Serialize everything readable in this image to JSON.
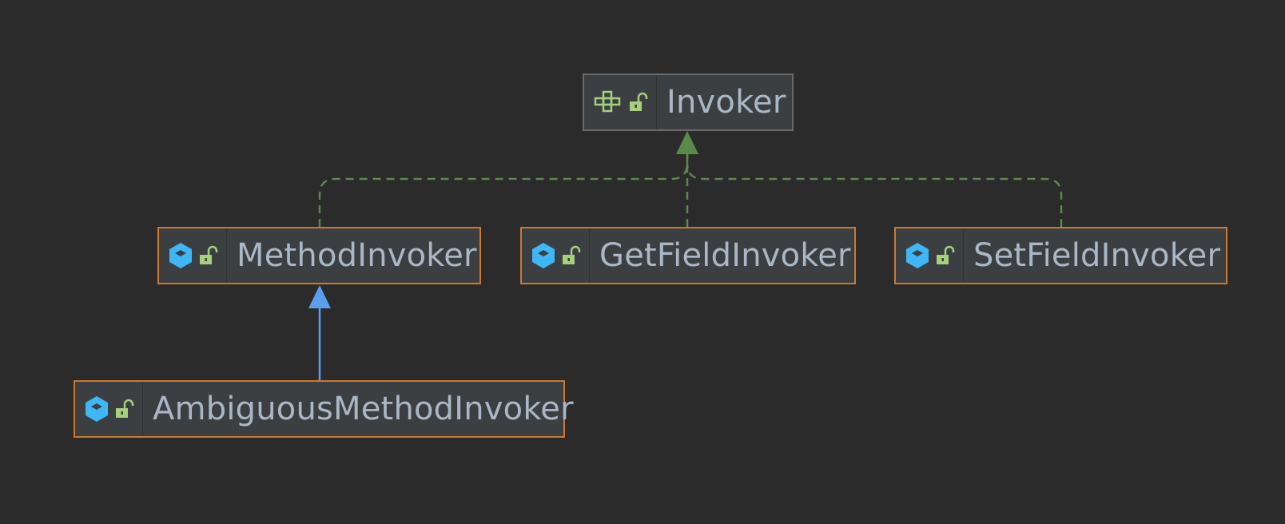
{
  "diagram": {
    "nodes": {
      "invoker": {
        "name": "Invoker",
        "kind": "interface",
        "kind_icon": "interface-icon",
        "access_icon": "public-lock-icon"
      },
      "method_invoker": {
        "name": "MethodInvoker",
        "kind": "class",
        "kind_icon": "class-icon",
        "access_icon": "public-lock-icon"
      },
      "get_field_invoker": {
        "name": "GetFieldInvoker",
        "kind": "class",
        "kind_icon": "class-icon",
        "access_icon": "public-lock-icon"
      },
      "set_field_invoker": {
        "name": "SetFieldInvoker",
        "kind": "class",
        "kind_icon": "class-icon",
        "access_icon": "public-lock-icon"
      },
      "ambiguous_method_invoker": {
        "name": "AmbiguousMethodInvoker",
        "kind": "class",
        "kind_icon": "class-icon",
        "access_icon": "public-lock-icon"
      }
    },
    "edges": [
      {
        "from": "MethodInvoker",
        "to": "Invoker",
        "type": "implements",
        "style": "dashed"
      },
      {
        "from": "GetFieldInvoker",
        "to": "Invoker",
        "type": "implements",
        "style": "dashed"
      },
      {
        "from": "SetFieldInvoker",
        "to": "Invoker",
        "type": "implements",
        "style": "dashed"
      },
      {
        "from": "AmbiguousMethodInvoker",
        "to": "MethodInvoker",
        "type": "extends",
        "style": "solid"
      }
    ],
    "colors": {
      "background": "#2b2b2b",
      "node_fill": "#3c3f41",
      "interface_border": "#6a6a6a",
      "class_border": "#cc7832",
      "text": "#a9b7c6",
      "implements_edge": "#5a8a4a",
      "extends_edge": "#5c9ded",
      "class_icon": "#3fb6f5",
      "lock_icon": "#a6cf7e"
    }
  }
}
